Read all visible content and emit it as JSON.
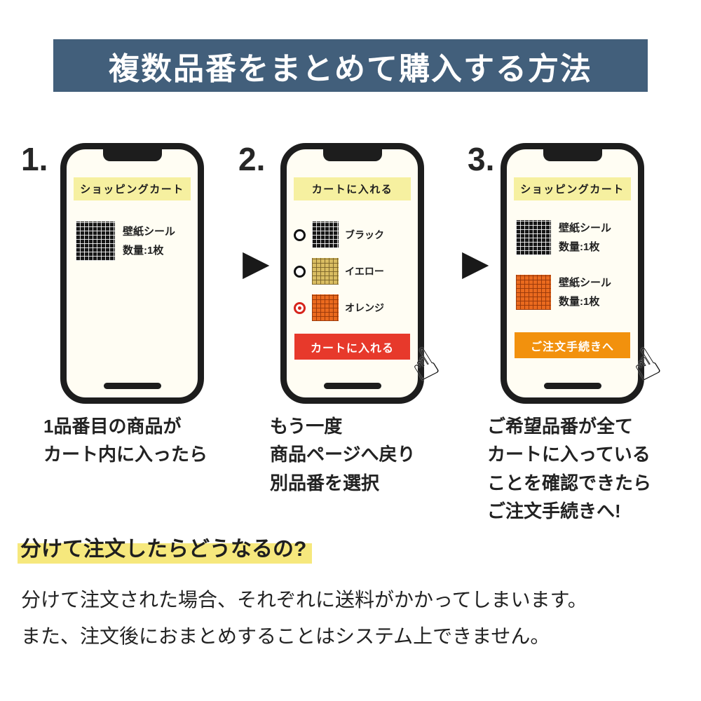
{
  "banner": {
    "title": "複数品番をまとめて購入する方法"
  },
  "icons": {
    "hand_cursor": "☝",
    "arrow_right": "▶"
  },
  "colors": {
    "banner_bg": "#425f7b",
    "phone_header_bg": "#f6f0a0",
    "phone_screen": "#fffdf3",
    "button_red": "#e7392b",
    "button_orange": "#f2910d",
    "radio_red": "#d6251c",
    "highlight_yellow": "#f6e87d",
    "black_swatch": "#161616",
    "yellow_swatch": "#d9bd62",
    "orange_swatch": "#ea6a1e"
  },
  "steps": [
    {
      "number": "1.",
      "phone_header": "ショッピングカート",
      "items": [
        {
          "swatch": "black-grid",
          "name": "壁紙シール",
          "qty": "数量:1枚"
        }
      ],
      "caption_lines": [
        "1品番目の商品が",
        "カート内に入ったら"
      ]
    },
    {
      "number": "2.",
      "phone_header": "カートに入れる",
      "options": [
        {
          "label": "ブラック",
          "swatch": "black-grid",
          "selected": false
        },
        {
          "label": "イエロー",
          "swatch": "yellow-grid",
          "selected": false
        },
        {
          "label": "オレンジ",
          "swatch": "orange-grid",
          "selected": true
        }
      ],
      "button": {
        "label": "カートに入れる",
        "color": "#e7392b"
      },
      "caption_lines": [
        "もう一度",
        "商品ページへ戻り",
        "別品番を選択"
      ]
    },
    {
      "number": "3.",
      "phone_header": "ショッピングカート",
      "items": [
        {
          "swatch": "black-grid",
          "name": "壁紙シール",
          "qty": "数量:1枚"
        },
        {
          "swatch": "orange-grid",
          "name": "壁紙シール",
          "qty": "数量:1枚"
        }
      ],
      "button": {
        "label": "ご注文手続きへ",
        "color": "#f2910d"
      },
      "caption_lines": [
        "ご希望品番が全て",
        "カートに入っている",
        "ことを確認できたら",
        "ご注文手続きへ!"
      ]
    }
  ],
  "footer": {
    "heading": "分けて注文したらどうなるの?",
    "body_lines": [
      "分けて注文された場合、それぞれに送料がかかってしまいます。",
      "また、注文後におまとめすることはシステム上できません。"
    ]
  }
}
